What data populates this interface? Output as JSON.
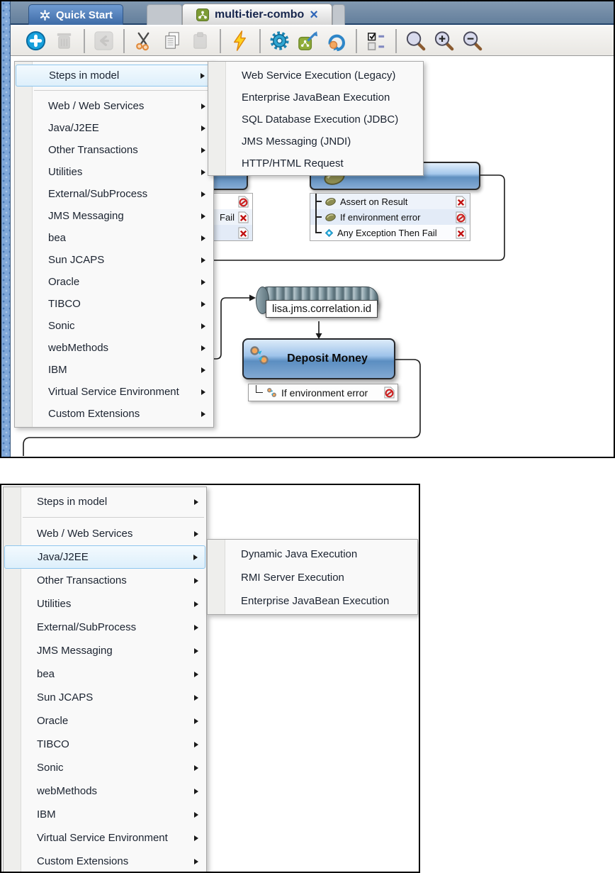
{
  "window_tabs": {
    "quick_start": {
      "label": "Quick Start"
    },
    "model": {
      "label": "multi-tier-combo"
    }
  },
  "toolbar": {
    "groups": [
      [
        "add",
        "delete"
      ],
      [
        "back"
      ],
      [
        "cut",
        "copy",
        "paste"
      ],
      [
        "run-lightning"
      ],
      [
        "settings-gear",
        "export-model",
        "revert"
      ],
      [
        "toggle-checkboxes"
      ],
      [
        "zoom",
        "zoom-in",
        "zoom-out"
      ]
    ],
    "disabled": [
      "delete",
      "back",
      "paste"
    ]
  },
  "step_menu": {
    "items": [
      "Steps in model",
      "Web / Web Services",
      "Java/J2EE",
      "Other Transactions",
      "Utilities",
      "External/SubProcess",
      "JMS Messaging",
      "bea",
      "Sun JCAPS",
      "Oracle",
      "TIBCO",
      "Sonic",
      "webMethods",
      "IBM",
      "Virtual Service Environment",
      "Custom Extensions"
    ]
  },
  "top_screenshot": {
    "highlighted_item": "Steps in model",
    "submenu_items": [
      "Web Service Execution (Legacy)",
      "Enterprise JavaBean Execution",
      "SQL Database Execution (JDBC)",
      "JMS Messaging (JNDI)",
      "HTTP/HTML Request"
    ]
  },
  "bottom_screenshot": {
    "highlighted_item": "Java/J2EE",
    "submenu_items": [
      "Dynamic Java Execution",
      "RMI Server Execution",
      "Enterprise JavaBean Execution"
    ]
  },
  "diagram": {
    "coil_label": "lisa.jms.correlation.id",
    "deposit_step": {
      "title": "Deposit Money",
      "assertion_label": "If environment error"
    },
    "step2_assertions": [
      {
        "label": "Assert on Result",
        "icon": "filter-bean",
        "status": "fail-x"
      },
      {
        "label": "If environment error",
        "icon": "filter-bean",
        "status": "no-entry"
      },
      {
        "label": "Any Exception Then Fail",
        "icon": "assertion-diamond",
        "status": "fail-x"
      }
    ],
    "step1_partial": {
      "rows": [
        {
          "label": "",
          "status": "no-entry"
        },
        {
          "label": "Fail",
          "status": "fail-x"
        },
        {
          "label": "",
          "status": "fail-x"
        }
      ]
    }
  },
  "colors": {
    "menu_highlight_border": "#8ec6ee",
    "menu_highlight_bg": "#e2f1fb",
    "node_header_blue": "#6090c0",
    "status_red": "#c01010",
    "bean_olive": "#8d8d52",
    "diamond_cyan": "#30b6e8",
    "tab_active_text": "#16254c",
    "quickstart_tab_blue": "#3e6ba6"
  }
}
